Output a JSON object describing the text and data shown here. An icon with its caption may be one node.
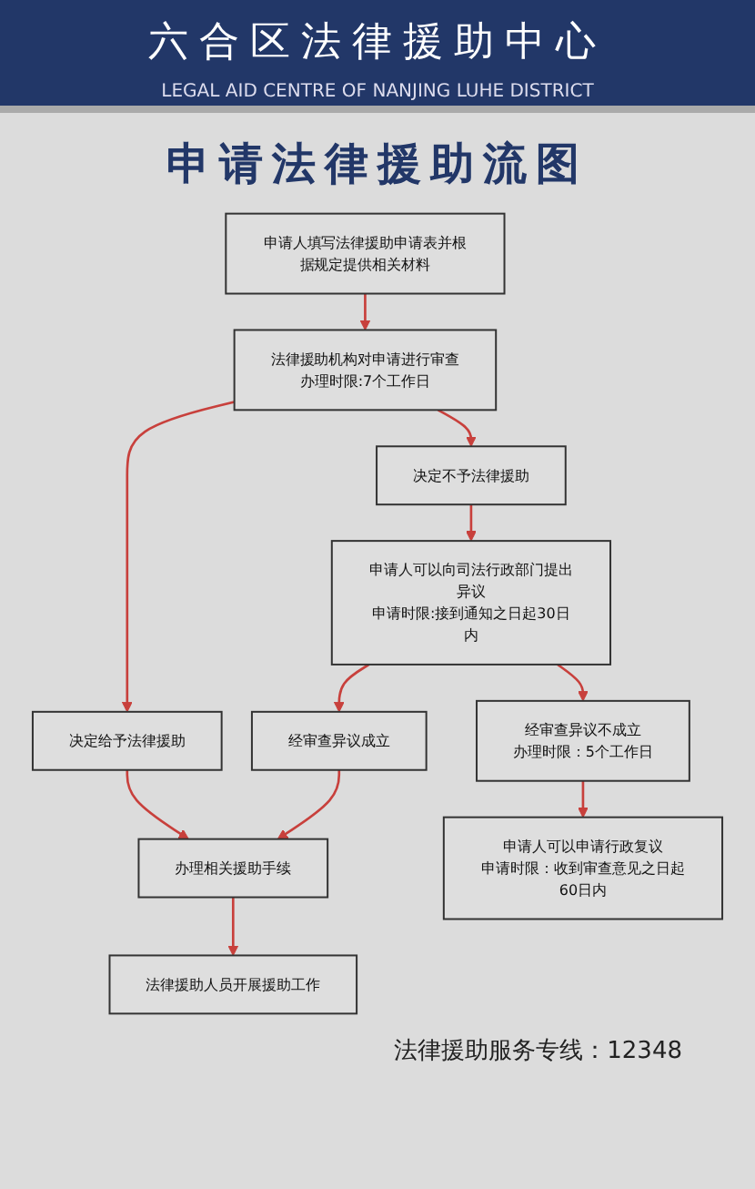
{
  "diagram": {
    "title": "申请法律援助流图",
    "nodes": [
      {
        "text": [
          "申请人填写法律援助申请表并根据规定提供相关材料"
        ]
      },
      {
        "text": [
          "法律援助机构对申请进行审查",
          "办理时限:7个工作日"
        ]
      },
      {
        "text": [
          "决定不予法律援助"
        ]
      },
      {
        "text": [
          "决定给予法律援助"
        ]
      },
      {
        "text": [
          "申请人可以向司法行政部门提出异议",
          "申请时限:接到通知之日起30日内"
        ]
      },
      {
        "text": [
          "经审查异议成立"
        ]
      },
      {
        "text": [
          "办理相关援助手续"
        ]
      },
      {
        "text": [
          "经审查异议不成立",
          "办理时限：5个工作日"
        ]
      },
      {
        "text": [
          "法律援助人员开展援助工作"
        ]
      },
      {
        "text": [
          "申请人可以申请行政复议",
          "申请时限：收到审查意见之日起60日内"
        ]
      }
    ],
    "edges": [
      {
        "from": 0,
        "to": 1,
        "arrow": "to"
      },
      {
        "from": 1,
        "to": 2,
        "arrow": "to"
      },
      {
        "from": 1,
        "to": 3,
        "arrow": "to"
      },
      {
        "from": 2,
        "to": 4,
        "arrow": "to"
      },
      {
        "from": 4,
        "to": 5,
        "arrow": "to"
      },
      {
        "from": 4,
        "to": 7,
        "arrow": "to"
      },
      {
        "from": 3,
        "to": 6,
        "arrow": "to"
      },
      {
        "from": 5,
        "to": 6,
        "arrow": "to"
      },
      {
        "from": 6,
        "to": 8,
        "arrow": "to"
      },
      {
        "from": 7,
        "to": 9,
        "arrow": "to"
      }
    ],
    "labels": [
      "六合区法律援助中心",
      "LEGAL AID CENTRE OF NANJING LUHE DISTRICT",
      "法律援助服务专线：12348"
    ]
  }
}
